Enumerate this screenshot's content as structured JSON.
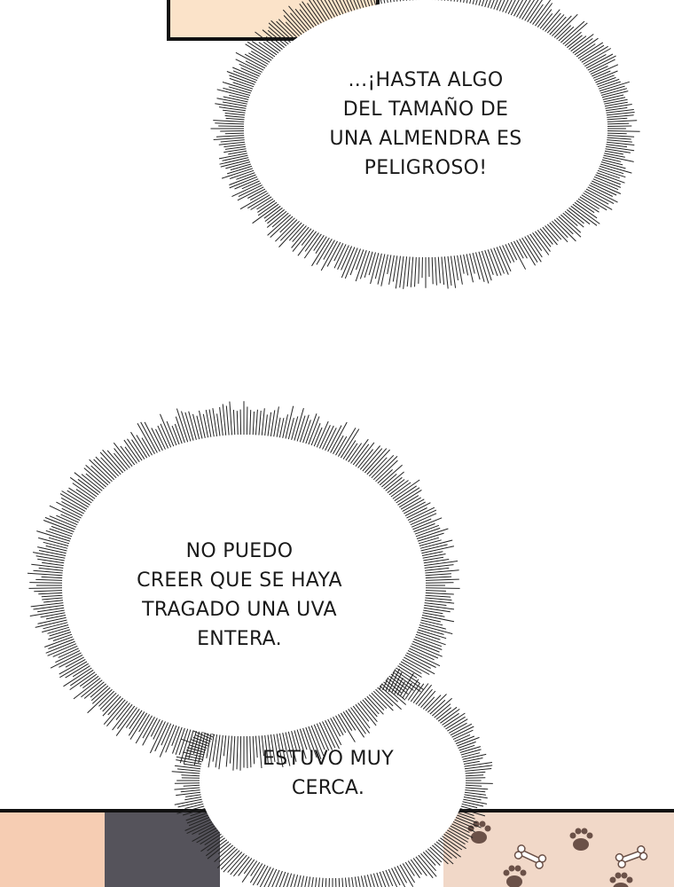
{
  "bubbles": {
    "top": {
      "text": "...¡HASTA ALGO\nDEL TAMAÑO DE\nUNA ALMENDRA ES\nPELIGROSO!"
    },
    "middle": {
      "text": "NO PUEDO\nCREER QUE SE HAYA\nTRAGADO UNA UVA\nENTERA."
    },
    "bottom": {
      "text": "ESTUVO MUY\nCERCA."
    }
  },
  "colors": {
    "page_bg": "#ffffff",
    "panel_border": "#111111",
    "skin": "#f6cdb3",
    "suit": "#55535b",
    "paw_pattern_bg": "#f1d8c8",
    "paw": "#6b5148"
  }
}
